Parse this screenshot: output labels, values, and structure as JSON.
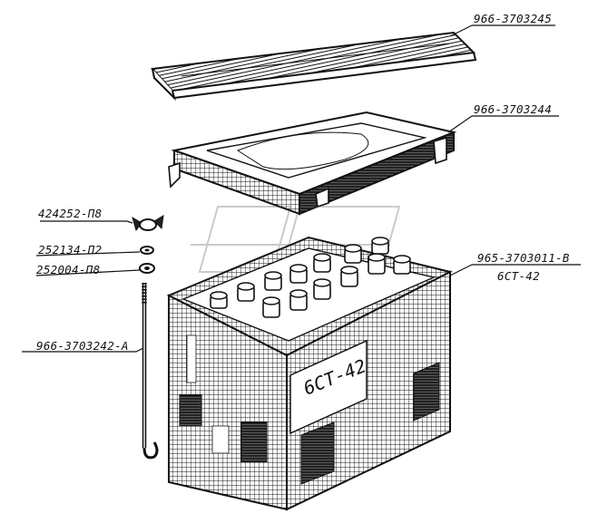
{
  "labels": {
    "strap": "966-3703245",
    "cover": "966-3703244",
    "wing_nut": "424252-П8",
    "spring_washer": "252134-П2",
    "flat_washer": "252004-П8",
    "tie_rod": "966-3703242-А",
    "battery_part": "965-3703011-В",
    "battery_model": "6СТ-42"
  },
  "battery_marking": "6СТ-42",
  "colors": {
    "ink": "#111111",
    "paper": "#ffffff"
  }
}
